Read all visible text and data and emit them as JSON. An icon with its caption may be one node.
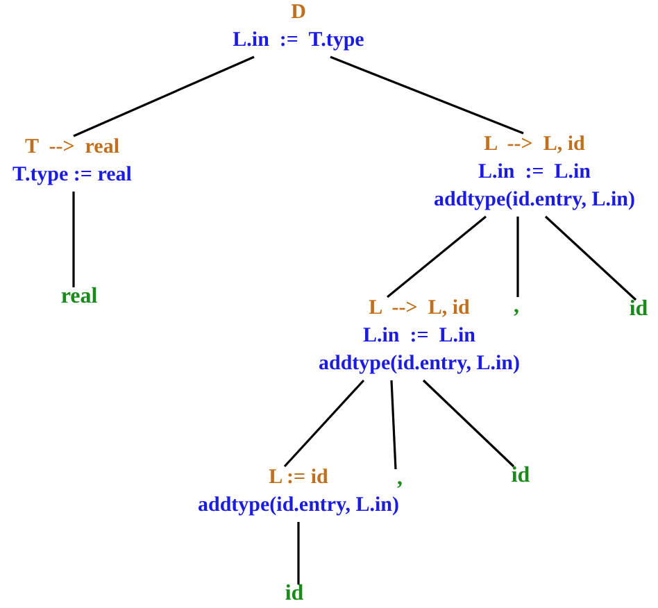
{
  "diagram": {
    "nodes": [
      {
        "text": [
          "D",
          "L.in  :=  T.type"
        ]
      },
      {
        "text": [
          "T  -->  real",
          "T.type := real"
        ]
      },
      {
        "text": [
          "L  -->  L, id",
          "L.in  :=  L.in",
          "addtype(id.entry, L.in)"
        ]
      },
      {
        "text": [
          "real"
        ]
      },
      {
        "text": [
          "L  -->  L, id",
          "L.in  :=  L.in",
          "addtype(id.entry, L.in)"
        ]
      },
      {
        "text": [
          ","
        ]
      },
      {
        "text": [
          "id"
        ]
      },
      {
        "text": [
          "L := id",
          "addtype(id.entry, L.in)"
        ]
      },
      {
        "text": [
          ","
        ]
      },
      {
        "text": [
          "id"
        ]
      },
      {
        "text": [
          "id"
        ]
      }
    ],
    "edges": [
      {
        "from": 0,
        "to": 1,
        "arrow": "none"
      },
      {
        "from": 0,
        "to": 2,
        "arrow": "none"
      },
      {
        "from": 1,
        "to": 3,
        "arrow": "none"
      },
      {
        "from": 2,
        "to": 4,
        "arrow": "none"
      },
      {
        "from": 2,
        "to": 5,
        "arrow": "none"
      },
      {
        "from": 2,
        "to": 6,
        "arrow": "none"
      },
      {
        "from": 4,
        "to": 7,
        "arrow": "none"
      },
      {
        "from": 4,
        "to": 8,
        "arrow": "none"
      },
      {
        "from": 4,
        "to": 9,
        "arrow": "none"
      },
      {
        "from": 7,
        "to": 10,
        "arrow": "none"
      }
    ]
  }
}
